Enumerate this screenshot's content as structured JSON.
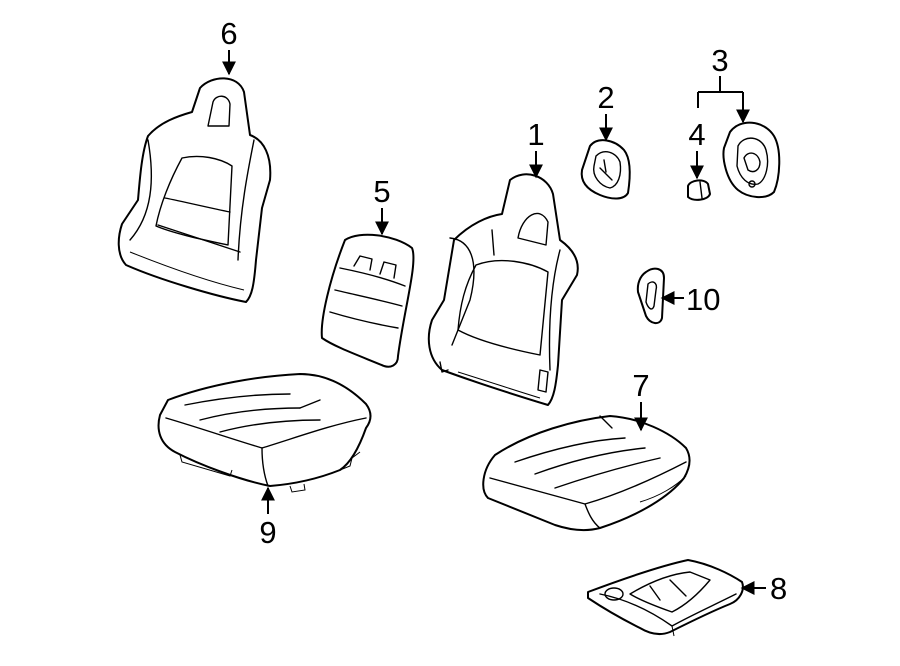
{
  "diagram": {
    "callouts": [
      {
        "id": "c1",
        "label": "1"
      },
      {
        "id": "c2",
        "label": "2"
      },
      {
        "id": "c3",
        "label": "3"
      },
      {
        "id": "c4",
        "label": "4"
      },
      {
        "id": "c5",
        "label": "5"
      },
      {
        "id": "c6",
        "label": "6"
      },
      {
        "id": "c7",
        "label": "7"
      },
      {
        "id": "c8",
        "label": "8"
      },
      {
        "id": "c9",
        "label": "9"
      },
      {
        "id": "c10",
        "label": "10"
      }
    ],
    "colors": {
      "line": "#000000",
      "background": "#ffffff"
    }
  }
}
